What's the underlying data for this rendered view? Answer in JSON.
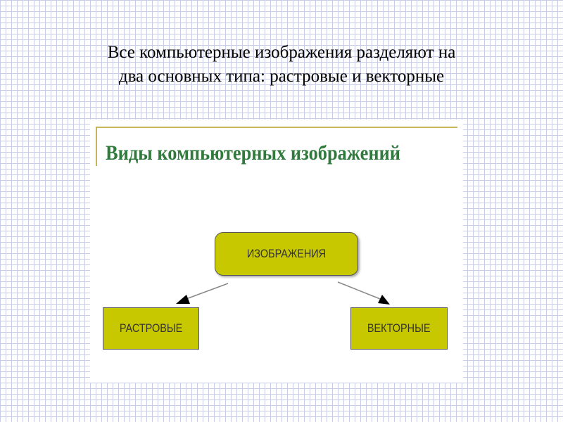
{
  "slide": {
    "title_line1": "Все компьютерные изображения разделяют на",
    "title_line2": "два основных типа: растровые и векторные"
  },
  "diagram": {
    "heading": "Виды компьютерных изображений",
    "root": "ИЗОБРАЖЕНИЯ",
    "left_child": "РАСТРОВЫЕ",
    "right_child": "ВЕКТОРНЫЕ"
  },
  "colors": {
    "box_fill": "#c8c800",
    "heading_text": "#2f7a3c",
    "grid_lines": "#c9cde6"
  }
}
